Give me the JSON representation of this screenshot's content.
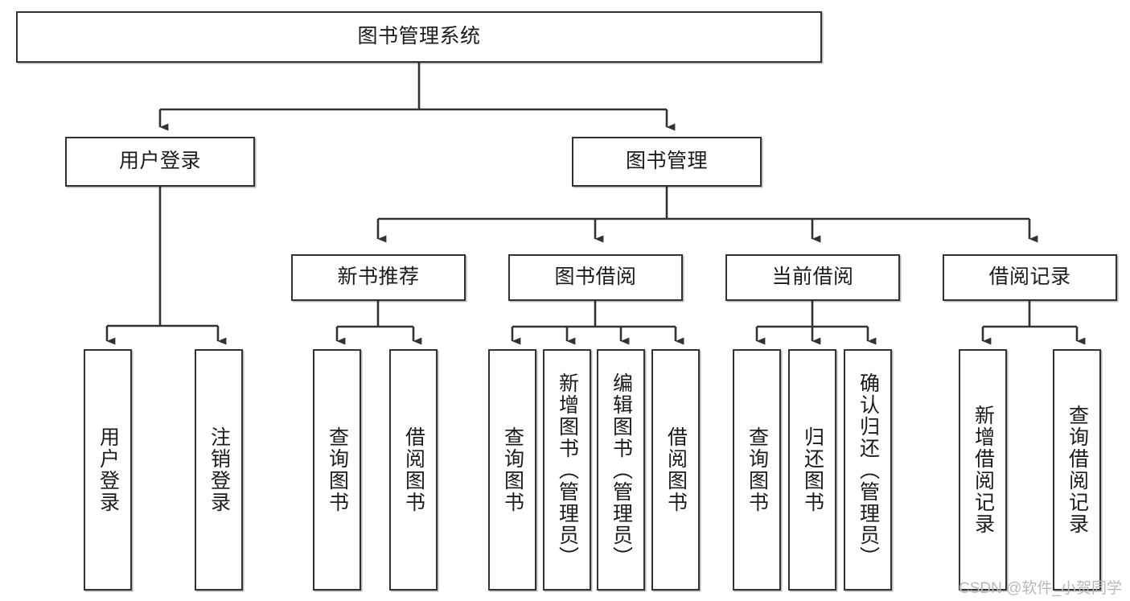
{
  "diagram": {
    "type": "tree",
    "title": "图书管理系统",
    "watermark": "CSDN @软件_小贺同学",
    "colors": {
      "background": "#ffffff",
      "node_border": "#333333",
      "node_fill": "#ffffff",
      "edge": "#333333",
      "text": "#1b1b1b",
      "watermark": "#b9b9b9"
    },
    "nodes": {
      "root": {
        "label": "图书管理系统"
      },
      "level2": [
        {
          "id": "user-login",
          "label": "用户登录"
        },
        {
          "id": "book-manage",
          "label": "图书管理"
        }
      ],
      "level3": [
        {
          "id": "new-book-recommend",
          "label": "新书推荐"
        },
        {
          "id": "book-borrow",
          "label": "图书借阅"
        },
        {
          "id": "current-borrow",
          "label": "当前借阅"
        },
        {
          "id": "borrow-record",
          "label": "借阅记录"
        }
      ],
      "leaves": {
        "user_login": [
          {
            "id": "leaf-user-login",
            "label": "用户登录"
          },
          {
            "id": "leaf-logout-login",
            "label": "注销登录"
          }
        ],
        "new_book_recommend": [
          {
            "id": "leaf-query-book-1",
            "label": "查询图书"
          },
          {
            "id": "leaf-borrow-book-1",
            "label": "借阅图书"
          }
        ],
        "book_borrow": [
          {
            "id": "leaf-query-book-2",
            "label": "查询图书"
          },
          {
            "id": "leaf-add-book",
            "label": "新增图书（管理员）"
          },
          {
            "id": "leaf-edit-book",
            "label": "编辑图书（管理员）"
          },
          {
            "id": "leaf-borrow-book-2",
            "label": "借阅图书"
          }
        ],
        "current_borrow": [
          {
            "id": "leaf-query-book-3",
            "label": "查询图书"
          },
          {
            "id": "leaf-return-book",
            "label": "归还图书"
          },
          {
            "id": "leaf-confirm-return",
            "label": "确认归还（管理员）"
          }
        ],
        "borrow_record": [
          {
            "id": "leaf-add-record",
            "label": "新增借阅记录"
          },
          {
            "id": "leaf-query-record",
            "label": "查询借阅记录"
          }
        ]
      }
    }
  }
}
